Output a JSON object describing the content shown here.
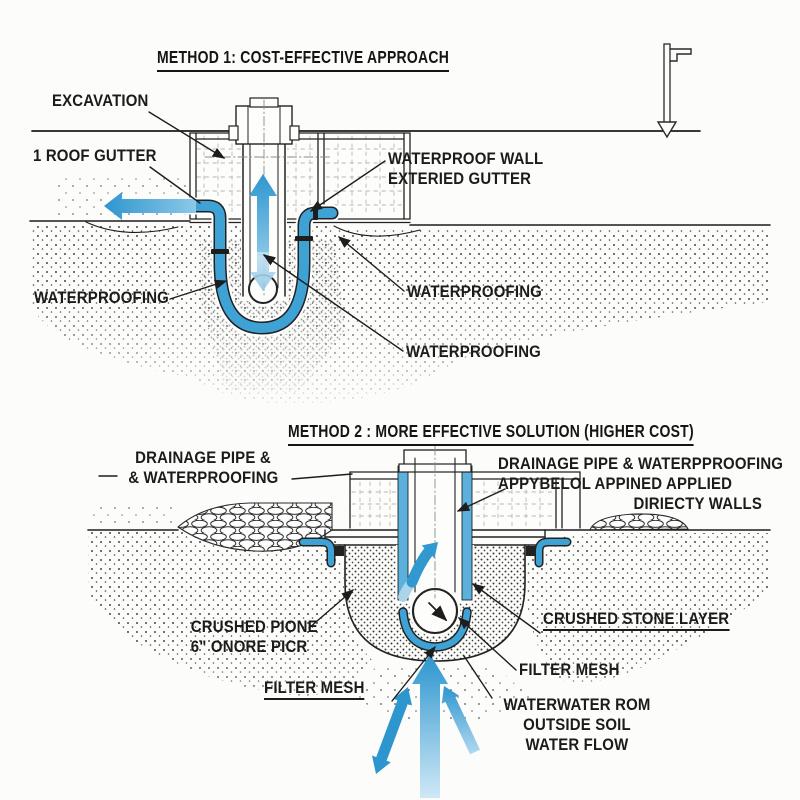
{
  "colors": {
    "ink": "#1c1c1c",
    "pipe_blue": "#3fa2d5",
    "light_blue": "#a9d4ea",
    "soil_dot": "#454545",
    "paper": "#fcfcfa"
  },
  "method1": {
    "title": "METHOD 1: COST-EFFECTIVE APPROACH",
    "labels": {
      "excavation": "EXCAVATION",
      "roof_gutter": "1 ROOF GUTTER",
      "waterproof_wall_line1": "WATERPROOF WALL",
      "waterproof_wall_line2": "EXTERIED GUTTER",
      "waterproofing_left": "WATERPROOFING",
      "waterproofing_right": "WATERPROOFING",
      "waterproofing_bottom": "WATERPROOFING"
    }
  },
  "method2": {
    "title": "METHOD 2 : MORE EFFECTIVE SOLUTION (HIGHER COST)",
    "labels": {
      "drainage_left_line1": "DRAINAGE PIPE &",
      "drainage_left_line2": "& WATERPROOFING",
      "drainage_right_line1": "DRAINAGE PIPE & WATERPPROOFING",
      "drainage_right_line2": "APPYBELOL APPINED APPLIED",
      "drainage_right_line3": "DIRIECTY WALLS",
      "crushed_left_line1": "CRUSHED PIONE",
      "crushed_left_line2": "6\" ONORE PICR",
      "crushed_stone_layer": "CRUSHED STONE LAYER",
      "filter_mesh_left": "FILTER MESH",
      "filter_mesh_right": "FILTER MESH",
      "water_flow_line1": "WATERWATER ROM",
      "water_flow_line2": "OUTSIDE SOIL",
      "water_flow_line3": "WATER FLOW"
    }
  }
}
